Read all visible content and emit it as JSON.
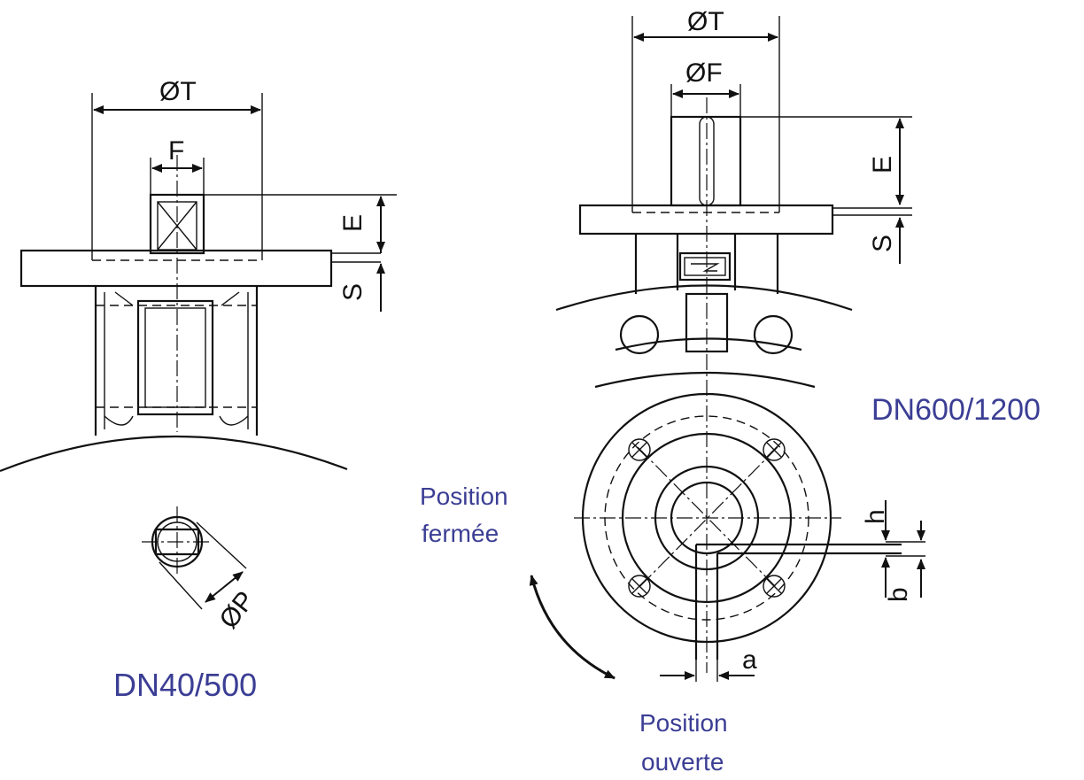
{
  "colors": {
    "line": "#111111",
    "label": "#3b3e94",
    "background": "#ffffff"
  },
  "left_view": {
    "dim_T": "ØT",
    "dim_F": "F",
    "dim_E": "E",
    "dim_S": "S",
    "dim_P": "ØP",
    "caption": "DN40/500"
  },
  "right_view": {
    "dim_T": "ØT",
    "dim_F": "ØF",
    "dim_E": "E",
    "dim_S": "S",
    "dim_h": "h",
    "dim_b": "b",
    "dim_a": "a",
    "caption": "DN600/1200",
    "closed_line1": "Position",
    "closed_line2": "fermée",
    "open_line1": "Position",
    "open_line2": "ouverte"
  }
}
